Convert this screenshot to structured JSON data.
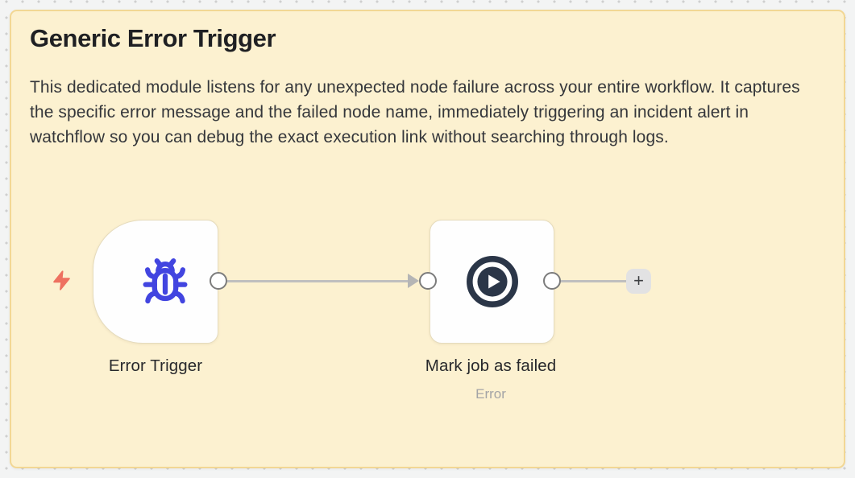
{
  "sticky": {
    "title": "Generic Error Trigger",
    "description": "This dedicated module listens for any unexpected node failure across your entire workflow. It captures the specific error message and the failed node name, immediately triggering an incident alert in watchflow so you can debug the exact execution link without searching through logs.",
    "background_color": "#fcf1d0",
    "border_color": "#f2d794"
  },
  "workflow": {
    "trigger_indicator": {
      "icon": "lightning-bolt-icon",
      "color": "#ee7160"
    },
    "nodes": [
      {
        "name": "Error Trigger",
        "icon": "bug-icon",
        "icon_color": "#4245e0",
        "shape": "trigger-rounded-left"
      },
      {
        "name": "Mark job as failed",
        "subtitle": "Error",
        "icon": "play-circle-icon",
        "icon_color": "#2b3648",
        "shape": "rounded-square"
      }
    ],
    "connection_color": "#bfbfbf",
    "add_button_label": "+"
  },
  "canvas": {
    "background_color": "#f3f4f4",
    "dot_color": "#cfcfcf"
  }
}
